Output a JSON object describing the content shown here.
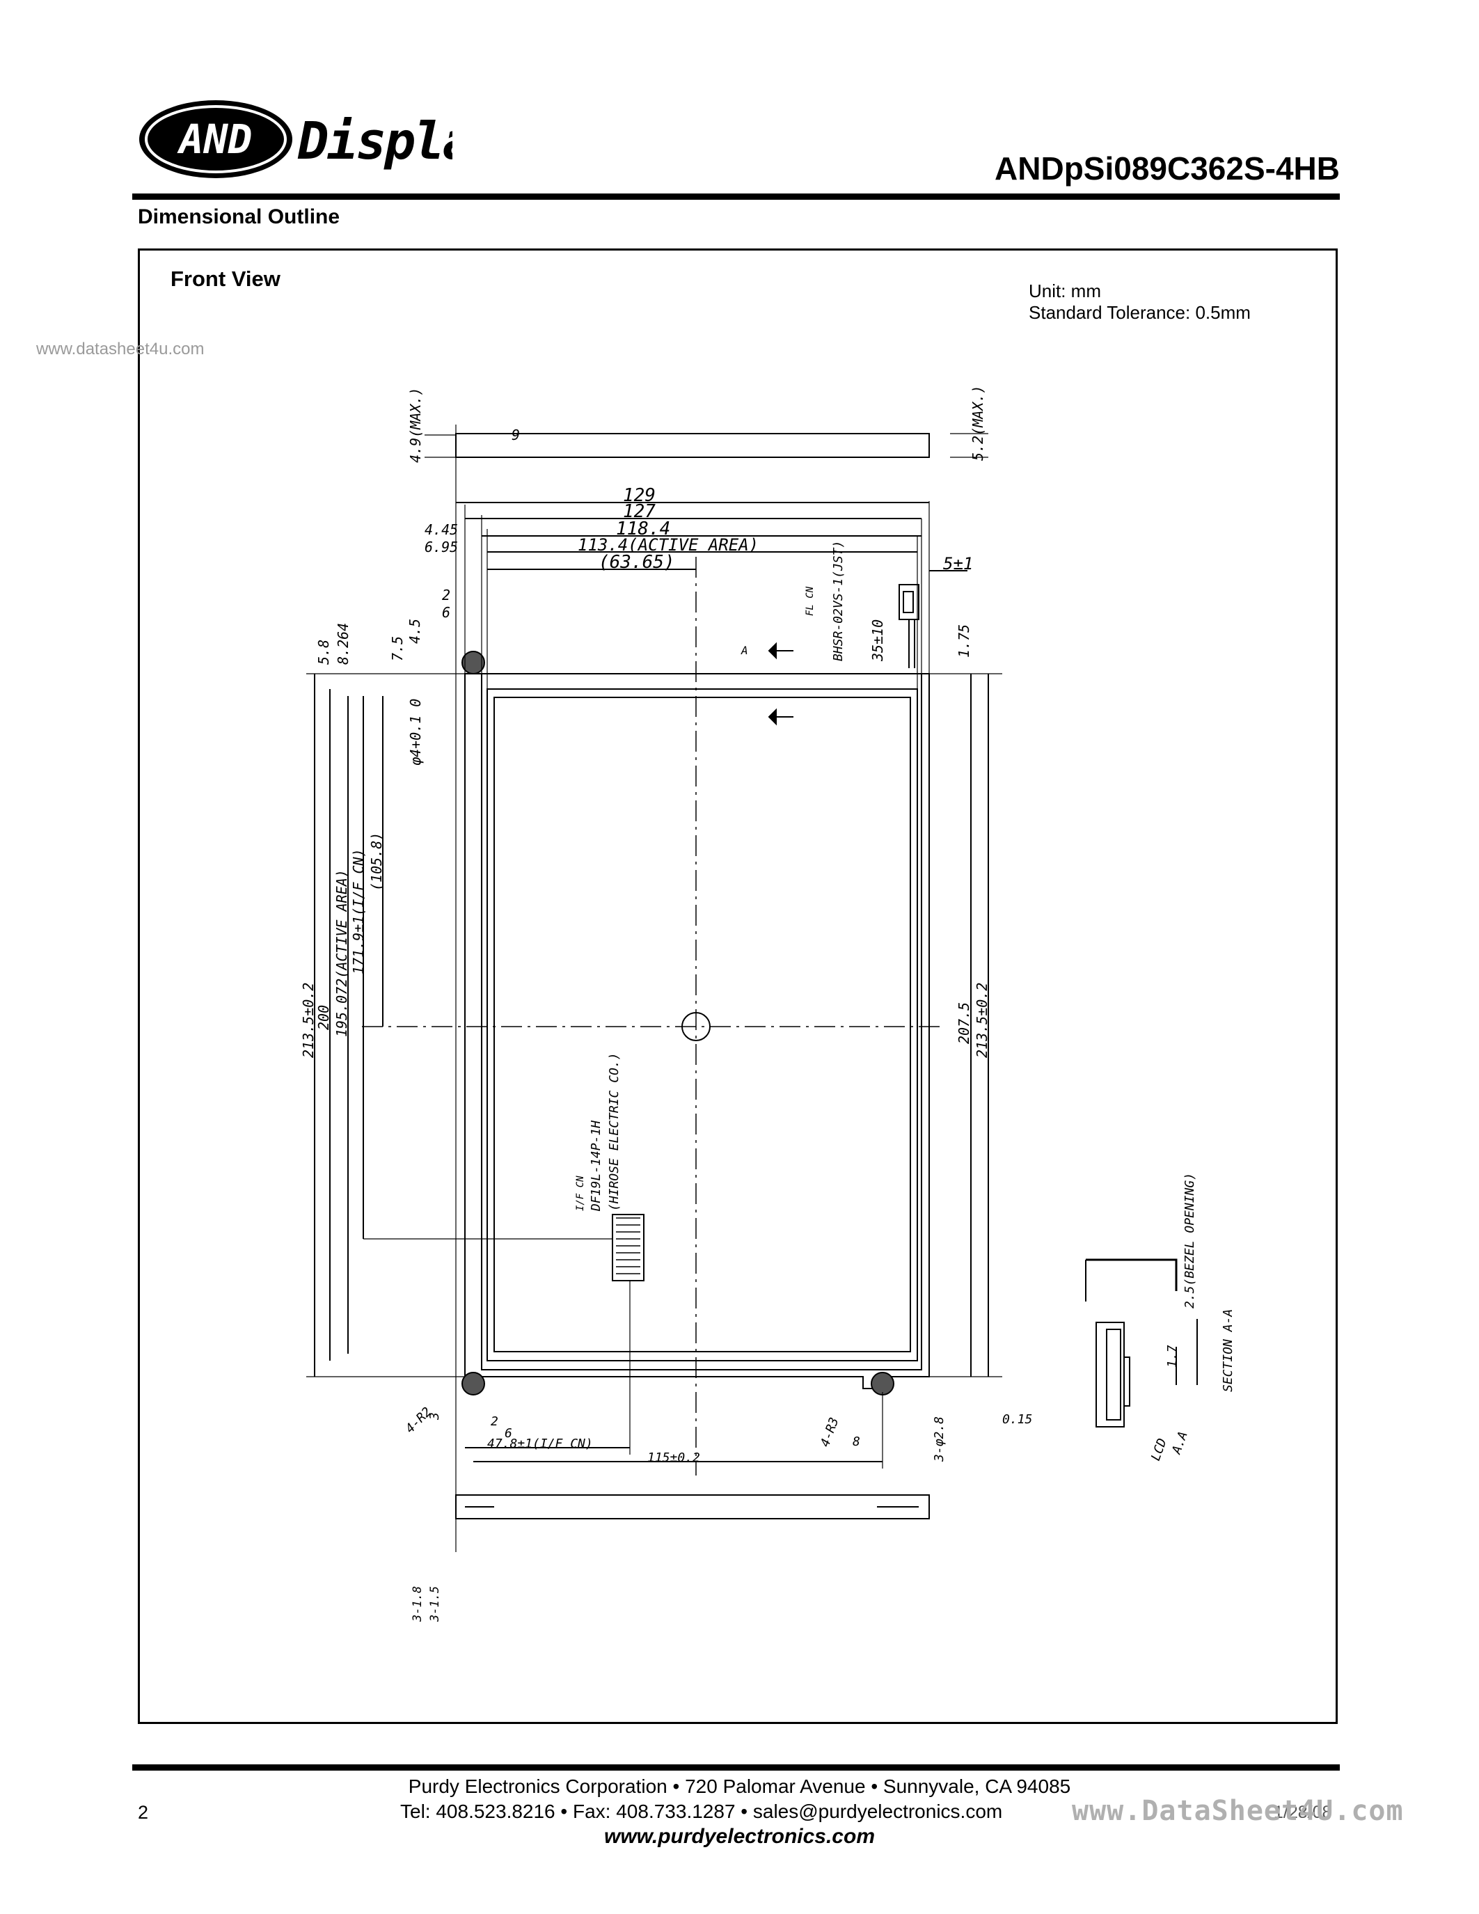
{
  "header": {
    "logo_and": "AND",
    "logo_displays": "Displays",
    "model": "ANDpSi089C362S-4HB",
    "section_title": "Dimensional Outline"
  },
  "drawing": {
    "view_title": "Front View",
    "unit": "Unit: mm",
    "tolerance": "Standard Tolerance: 0.5mm",
    "dims": {
      "d129": "129",
      "d127": "127",
      "d118_4": "118.4",
      "d113_4": "113.4(ACTIVE AREA)",
      "d63_65": "(63.65)",
      "d4_45": "4.45",
      "d6_95": "6.95",
      "d5pm1": "5±1",
      "d4_9max": "4.9(MAX.)",
      "d5_2max": "5.2(MAX.)",
      "d9": "9",
      "d2": "2",
      "d6": "6",
      "d4_5": "4.5",
      "d7_5": "7.5",
      "d5_8": "5.8",
      "d8_264": "8.264",
      "d1_75": "1.75",
      "d35pm10": "35±10",
      "bhsr": "BHSR-02VS-1(JST)",
      "flcn": "FL CN",
      "phi": "φ4+0.1 0",
      "d213_5l": "213.5±0.2",
      "d200": "200",
      "d195": "195.072(ACTIVE AREA)",
      "d171": "171.9±1(I/F CN)",
      "d105": "(105.8)",
      "d207_5": "207.5",
      "d213_5r": "213.5±0.2",
      "ifcn": "I/F CN",
      "df19": "DF19L-14P-1H",
      "hirose": "(HIROSE ELECTRIC CO.)",
      "sec_a": "A",
      "r2": "4-R2",
      "d3": "3",
      "d2b": "2",
      "d6b": "6",
      "d47": "47.8±1(I/F CN)",
      "d115": "115±0.2",
      "r3": "4-R3",
      "d8": "8",
      "phi28": "3-φ2.8",
      "d3_18": "3-1.8",
      "d3_15": "3-1.5",
      "bezel": "2.5(BEZEL OPENING)",
      "section": "SECTION A-A",
      "d0_15": "0.15",
      "d1_7": "1.7",
      "lcd": "LCD",
      "aa": "A.A"
    }
  },
  "footer": {
    "company": "Purdy Electronics Corporation  •  720 Palomar Avenue  •  Sunnyvale, CA 94085",
    "contact": "Tel: 408.523.8216  •  Fax: 408.733.1287  •  sales@purdyelectronics.com",
    "website": "www.purdyelectronics.com",
    "page": "2",
    "date": "1/28/08"
  },
  "watermarks": {
    "top": "www.datasheet4u.com",
    "bottom": "www.DataSheet4U.com"
  }
}
